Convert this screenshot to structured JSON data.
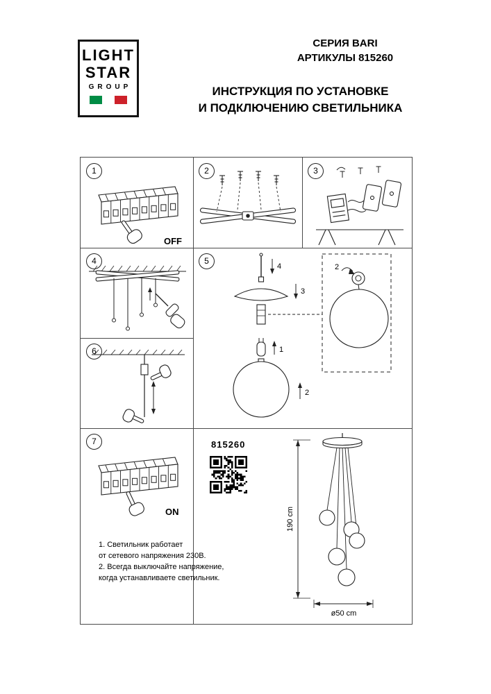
{
  "header": {
    "series": "СЕРИЯ BARI",
    "articles": "АРТИКУЛЫ 815260",
    "title_line1": "ИНСТРУКЦИЯ ПО УСТАНОВКЕ",
    "title_line2": "И ПОДКЛЮЧЕНИЮ СВЕТИЛЬНИКА"
  },
  "logo": {
    "word1": "LIGHT",
    "word2": "STAR",
    "word3": "GROUP",
    "flag_green": "#008C45",
    "flag_white": "#FFFFFF",
    "flag_red": "#CD212A"
  },
  "steps": {
    "s1": {
      "number": "1",
      "switch_label": "OFF"
    },
    "s2": {
      "number": "2"
    },
    "s3": {
      "number": "3"
    },
    "s4": {
      "number": "4"
    },
    "s5": {
      "number": "5",
      "labels": {
        "rod": "4",
        "shade": "3",
        "bulb": "1",
        "globe": "2",
        "inset": "2"
      }
    },
    "s6": {
      "number": "6"
    },
    "s7": {
      "number": "7",
      "switch_label": "ON"
    }
  },
  "product": {
    "article": "815260",
    "height": "190 cm",
    "diameter": "ø50 cm"
  },
  "notes": {
    "line1": "1. Светильник работает",
    "line2": "от сетевого напряжения 230В.",
    "line3": "2. Всегда выключайте напряжение,",
    "line4": "когда устанавливаете светильник."
  }
}
